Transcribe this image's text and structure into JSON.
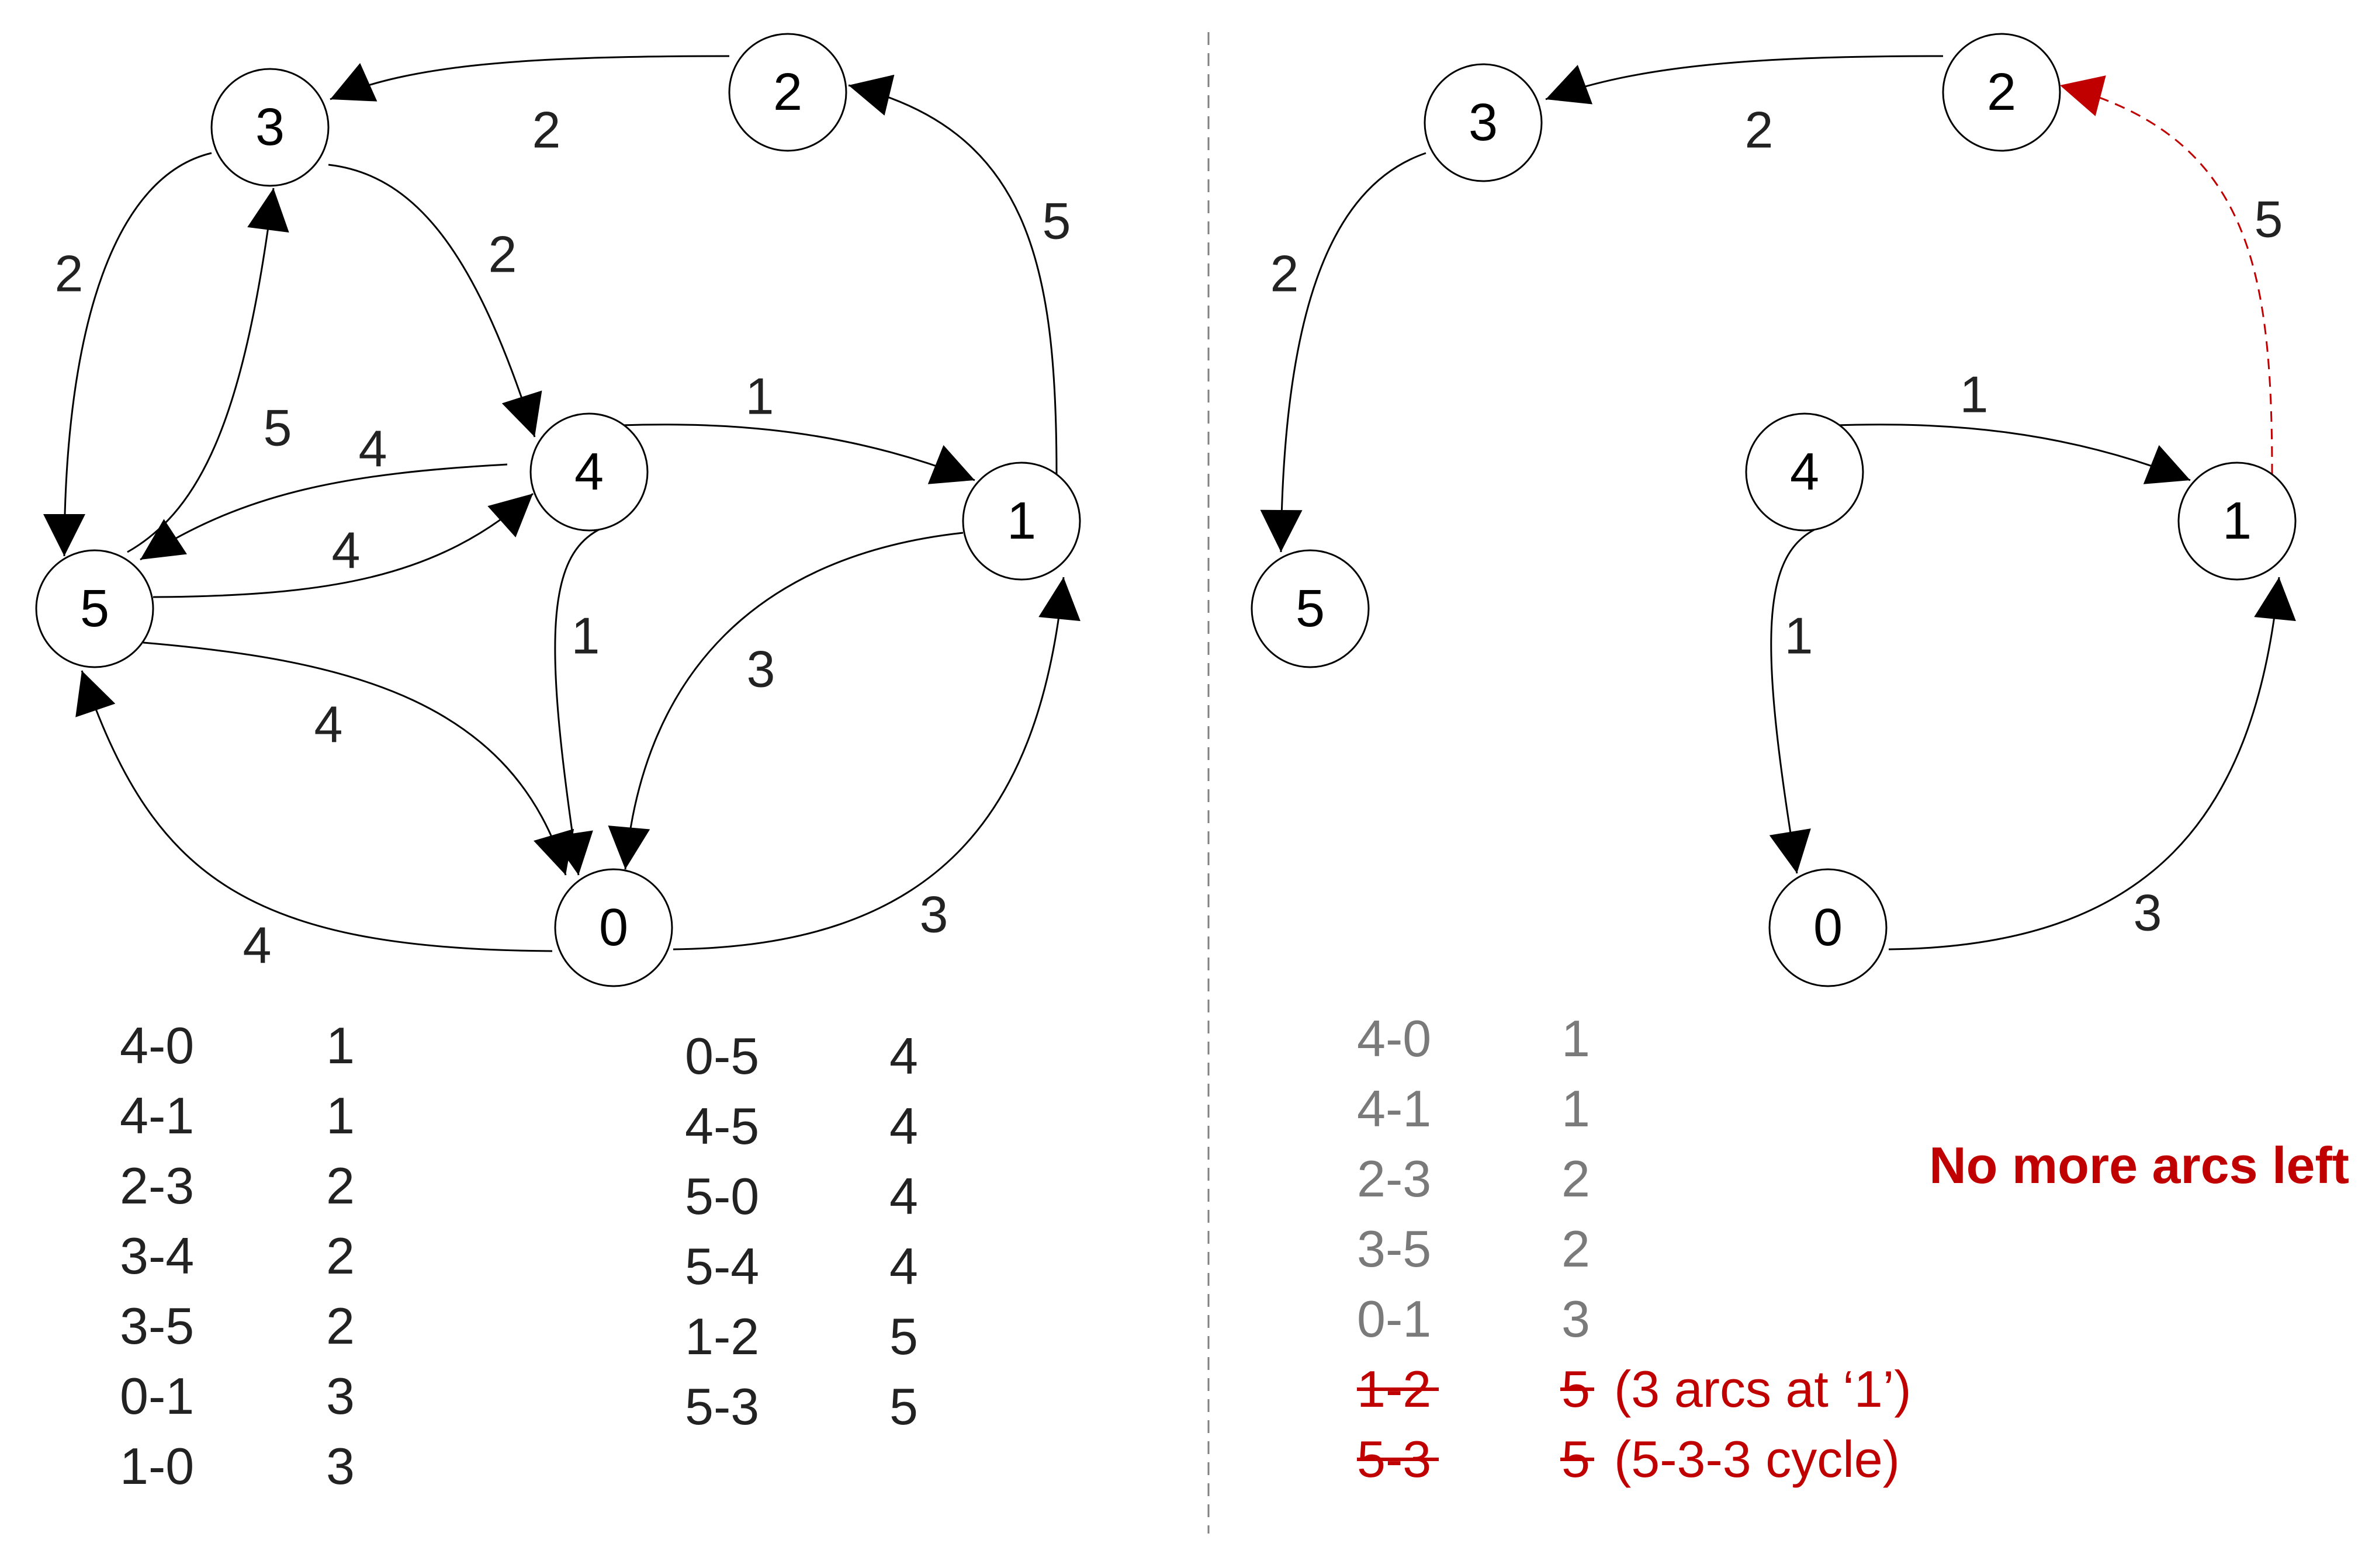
{
  "left_graph": {
    "nodes": {
      "n0": "0",
      "n1": "1",
      "n2": "2",
      "n3": "3",
      "n4": "4",
      "n5": "5"
    },
    "edge_weights": {
      "e2_3": "2",
      "e3_5": "2",
      "e3_4": "2",
      "e5_3": "5",
      "e4_5": "4",
      "e5_4": "4",
      "e4_1": "1",
      "e4_0": "1",
      "e1_0": "3",
      "e5_0": "4",
      "e0_5": "4",
      "e0_1": "3",
      "e1_2": "5"
    }
  },
  "left_table": {
    "col1": [
      {
        "arc": "4-0",
        "w": "1"
      },
      {
        "arc": "4-1",
        "w": "1"
      },
      {
        "arc": "2-3",
        "w": "2"
      },
      {
        "arc": "3-4",
        "w": "2"
      },
      {
        "arc": "3-5",
        "w": "2"
      },
      {
        "arc": "0-1",
        "w": "3"
      },
      {
        "arc": "1-0",
        "w": "3"
      }
    ],
    "col2": [
      {
        "arc": "0-5",
        "w": "4"
      },
      {
        "arc": "4-5",
        "w": "4"
      },
      {
        "arc": "5-0",
        "w": "4"
      },
      {
        "arc": "5-4",
        "w": "4"
      },
      {
        "arc": "1-2",
        "w": "5"
      },
      {
        "arc": "5-3",
        "w": "5"
      }
    ]
  },
  "right_graph": {
    "nodes": {
      "n0": "0",
      "n1": "1",
      "n2": "2",
      "n3": "3",
      "n4": "4",
      "n5": "5"
    },
    "edge_weights": {
      "e2_3": "2",
      "e3_5": "2",
      "e4_1": "1",
      "e4_0": "1",
      "e0_1": "3",
      "e1_2": "5"
    }
  },
  "right_table": {
    "rows": [
      {
        "arc": "4-0",
        "w": "1"
      },
      {
        "arc": "4-1",
        "w": "1"
      },
      {
        "arc": "2-3",
        "w": "2"
      },
      {
        "arc": "3-5",
        "w": "2"
      },
      {
        "arc": "0-1",
        "w": "3"
      }
    ],
    "rejected": [
      {
        "arc": "1-2",
        "w": "5",
        "note": "(3 arcs at ‘1’)"
      },
      {
        "arc": "5-3",
        "w": "5",
        "note": "(5-3-3 cycle)"
      }
    ],
    "status": "No more arcs left"
  },
  "colors": {
    "edge": "#000000",
    "highlight": "#c00000",
    "divider": "#808080",
    "grey_text": "#7a7a7a"
  }
}
